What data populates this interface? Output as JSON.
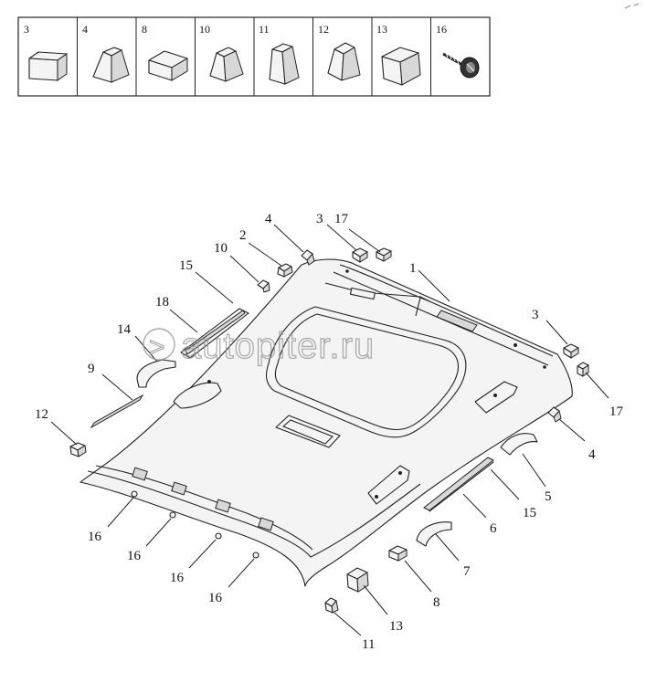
{
  "legend": {
    "cells": [
      {
        "num": "3",
        "icon": "cube-clip-icon"
      },
      {
        "num": "4",
        "icon": "tapered-clip-icon"
      },
      {
        "num": "8",
        "icon": "flat-block-icon"
      },
      {
        "num": "10",
        "icon": "angled-clip-icon"
      },
      {
        "num": "11",
        "icon": "tall-tapered-clip-icon"
      },
      {
        "num": "12",
        "icon": "wedge-clip-icon"
      },
      {
        "num": "13",
        "icon": "large-block-icon"
      },
      {
        "num": "16",
        "icon": "screw-icon"
      }
    ]
  },
  "callouts": [
    {
      "id": "c1",
      "text": "1"
    },
    {
      "id": "c2",
      "text": "2"
    },
    {
      "id": "c3a",
      "text": "3"
    },
    {
      "id": "c3b",
      "text": "3"
    },
    {
      "id": "c4a",
      "text": "4"
    },
    {
      "id": "c4b",
      "text": "4"
    },
    {
      "id": "c5",
      "text": "5"
    },
    {
      "id": "c6",
      "text": "6"
    },
    {
      "id": "c7",
      "text": "7"
    },
    {
      "id": "c8",
      "text": "8"
    },
    {
      "id": "c9",
      "text": "9"
    },
    {
      "id": "c10",
      "text": "10"
    },
    {
      "id": "c11",
      "text": "11"
    },
    {
      "id": "c12",
      "text": "12"
    },
    {
      "id": "c13",
      "text": "13"
    },
    {
      "id": "c14",
      "text": "14"
    },
    {
      "id": "c15a",
      "text": "15"
    },
    {
      "id": "c15b",
      "text": "15"
    },
    {
      "id": "c16a",
      "text": "16"
    },
    {
      "id": "c16b",
      "text": "16"
    },
    {
      "id": "c16c",
      "text": "16"
    },
    {
      "id": "c16d",
      "text": "16"
    },
    {
      "id": "c17a",
      "text": "17"
    },
    {
      "id": "c17b",
      "text": "17"
    },
    {
      "id": "c18",
      "text": "18"
    }
  ],
  "watermark": {
    "text": "autopiter.ru"
  }
}
